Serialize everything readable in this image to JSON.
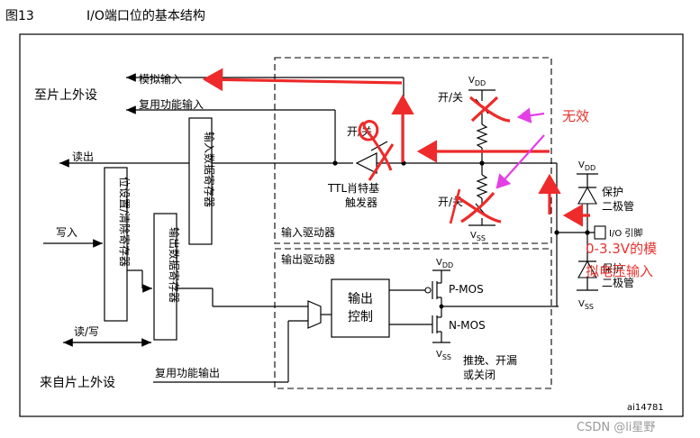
{
  "figure": {
    "number": "图13",
    "title": "I/O端口位的基本结构",
    "code": "ai14781"
  },
  "external": {
    "to_peripheral": "至片上外设",
    "from_peripheral": "来自片上外设"
  },
  "signals": {
    "analog_in": "模拟输入",
    "alt_in": "复用功能输入",
    "read_out": "读出",
    "write_in": "写入",
    "read_write": "读/写",
    "alt_out": "复用功能输出"
  },
  "registers": {
    "input_data": "输入数据寄存器",
    "bit_set_reset": "位设置/清除寄存器",
    "output_data": "输出数据寄存器"
  },
  "input_driver": {
    "label": "输入驱动器",
    "switch": "开/关",
    "switch_upper": "开/关",
    "switch_lower": "开/关",
    "vdd": "V",
    "vdd_sub": "DD",
    "vss": "V",
    "vss_sub": "SS",
    "ttl_line1": "TTL肖特基",
    "ttl_line2": "触发器"
  },
  "output_driver": {
    "label": "输出驱动器",
    "control_line1": "输出",
    "control_line2": "控制",
    "pmos": "P-MOS",
    "nmos": "N-MOS",
    "vdd": "V",
    "vdd_sub": "DD",
    "vss": "V",
    "vss_sub": "SS",
    "mode_line1": "推挽、开漏",
    "mode_line2": "或关闭"
  },
  "protection": {
    "vdd": "V",
    "vdd_sub": "DD",
    "vss": "V",
    "vss_sub": "SS",
    "diode_top_line1": "保护",
    "diode_top_line2": "二极管",
    "diode_bottom_line1": "保护",
    "diode_bottom_line2": "二极管",
    "pin_label": "I/O 引脚"
  },
  "annotations": {
    "invalid": "无效",
    "analog_range_line1": "0-3.3V的模",
    "analog_range_line2": "拟电压输入",
    "color": "#e8322e",
    "arrow_color": "#ee2a2a",
    "magenta": "#e43fe6"
  },
  "watermark": "CSDN @li星野"
}
